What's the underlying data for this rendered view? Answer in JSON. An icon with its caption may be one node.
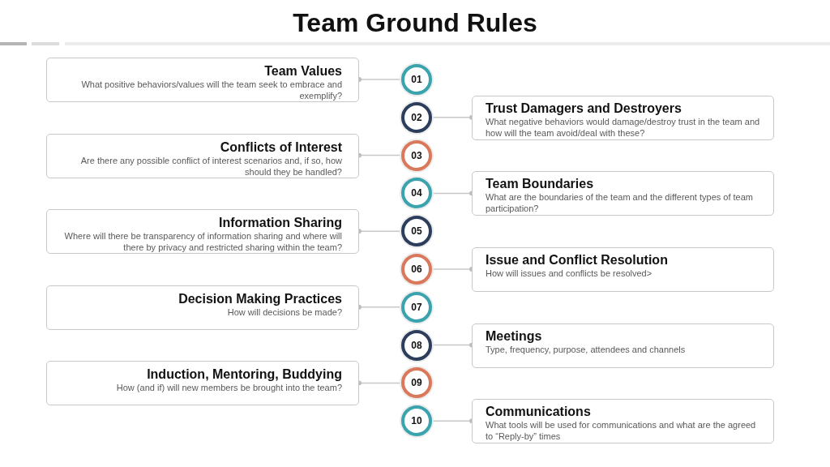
{
  "diagram": {
    "title": "Team Ground Rules",
    "nodes": [
      {
        "text": [
          "Team Values",
          "What positive behaviors/values will the team seek to embrace and exemplify?"
        ]
      },
      {
        "text": [
          "01"
        ]
      },
      {
        "text": [
          "02"
        ]
      },
      {
        "text": [
          "Trust Damagers and Destroyers",
          "What negative behaviors would damage/destroy trust in the team and how will the team avoid/deal with these?"
        ]
      },
      {
        "text": [
          "Conflicts of Interest",
          "Are there any possible conflict of interest scenarios and, if so, how should they be handled?"
        ]
      },
      {
        "text": [
          "03"
        ]
      },
      {
        "text": [
          "04"
        ]
      },
      {
        "text": [
          "Team Boundaries",
          "What are the boundaries of the team and the different types of team participation?"
        ]
      },
      {
        "text": [
          "Information Sharing",
          "Where will there be transparency of information sharing and where will there by privacy and restricted sharing within the team?"
        ]
      },
      {
        "text": [
          "05"
        ]
      },
      {
        "text": [
          "06"
        ]
      },
      {
        "text": [
          "Issue and Conflict Resolution",
          "How will issues and conflicts be resolved>"
        ]
      },
      {
        "text": [
          "Decision Making Practices",
          "How will decisions be made?"
        ]
      },
      {
        "text": [
          "07"
        ]
      },
      {
        "text": [
          "08"
        ]
      },
      {
        "text": [
          "Meetings",
          "Type, frequency, purpose, attendees and channels"
        ]
      },
      {
        "text": [
          "Induction, Mentoring, Buddying",
          "How (and if) will new members be brought into the team?"
        ]
      },
      {
        "text": [
          "09"
        ]
      },
      {
        "text": [
          "10"
        ]
      },
      {
        "text": [
          "Communications",
          "What tools will be used for communications and what are the agreed to “Reply-by” times"
        ]
      }
    ],
    "edges": [
      {
        "from": 1,
        "to": 0,
        "arrow": "other"
      },
      {
        "from": 2,
        "to": 3,
        "arrow": "other"
      },
      {
        "from": 5,
        "to": 4,
        "arrow": "other"
      },
      {
        "from": 6,
        "to": 7,
        "arrow": "other"
      },
      {
        "from": 9,
        "to": 8,
        "arrow": "other"
      },
      {
        "from": 10,
        "to": 11,
        "arrow": "other"
      },
      {
        "from": 13,
        "to": 12,
        "arrow": "other"
      },
      {
        "from": 14,
        "to": 15,
        "arrow": "other"
      },
      {
        "from": 17,
        "to": 16,
        "arrow": "other"
      },
      {
        "from": 18,
        "to": 19,
        "arrow": "other"
      }
    ]
  }
}
